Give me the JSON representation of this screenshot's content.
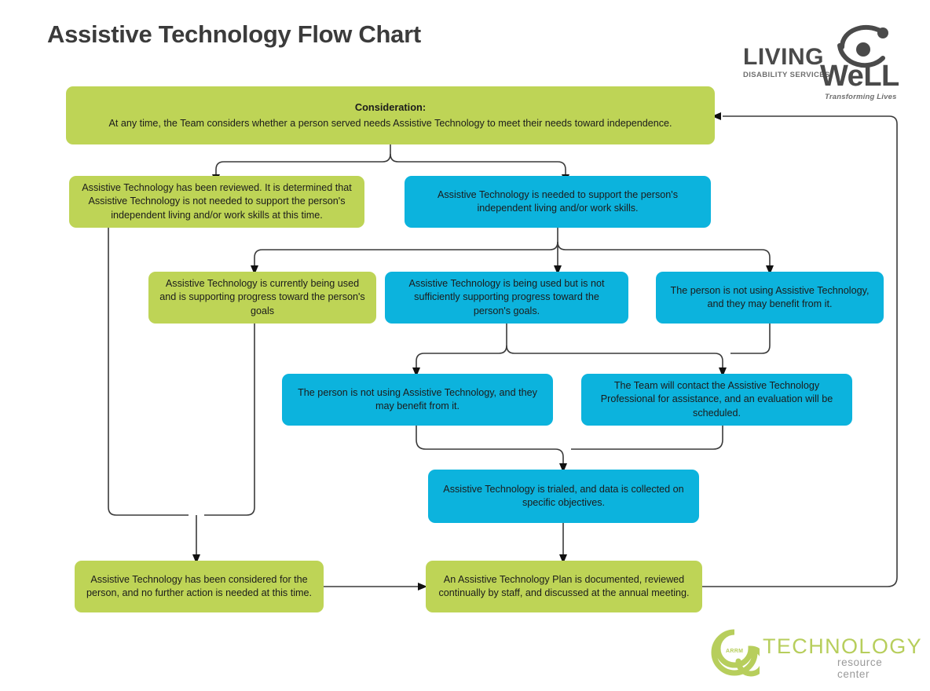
{
  "page": {
    "title": "Assistive Technology Flow Chart",
    "background": "#ffffff"
  },
  "colors": {
    "green": "#bed456",
    "blue": "#0cb3dd",
    "connector": "#3a3a3a",
    "title_text": "#3b3b3b",
    "logo_green": "#b7ce5c"
  },
  "logos": {
    "living_well": {
      "word_1": "LIVING",
      "word_2": "WeLL",
      "subtitle": "DISABILITY SERVICES",
      "tagline": "Transforming Lives"
    },
    "technology_resource_center": {
      "word_1": "TECHNOLOGY",
      "subtitle": "resource center",
      "mark_label": "ARRM"
    }
  },
  "chart_data": {
    "type": "diagram",
    "title": "Assistive Technology Flow Chart",
    "nodes": [
      {
        "id": "consideration",
        "color": "green",
        "heading": "Consideration:",
        "text": "At any time, the Team considers whether a person served needs Assistive Technology to meet their needs toward independence."
      },
      {
        "id": "not-needed",
        "color": "green",
        "text": "Assistive Technology has been reviewed. It is determined that Assistive Technology is not needed to support the person's independent living and/or work skills at this time."
      },
      {
        "id": "needed",
        "color": "blue",
        "text": "Assistive Technology is needed to support the person's independent living and/or work skills."
      },
      {
        "id": "currently-used-supporting",
        "color": "green",
        "text": "Assistive Technology is currently being used and is supporting progress toward the person's goals"
      },
      {
        "id": "used-not-sufficient",
        "color": "blue",
        "text": "Assistive Technology is being used but is not sufficiently supporting progress toward the person's goals."
      },
      {
        "id": "not-using-may-benefit-top",
        "color": "blue",
        "text": "The person is not using Assistive Technology, and they may benefit from it."
      },
      {
        "id": "not-using-may-benefit-mid",
        "color": "blue",
        "text": "The person is not using Assistive Technology, and they may benefit from it."
      },
      {
        "id": "team-contact-professional",
        "color": "blue",
        "text": "The Team will contact the Assistive Technology Professional for assistance, and an evaluation will be scheduled."
      },
      {
        "id": "trialed",
        "color": "blue",
        "text": "Assistive Technology is trialed, and data is collected on specific objectives."
      },
      {
        "id": "no-further-action",
        "color": "green",
        "text": "Assistive Technology has been considered for the person, and no further action is needed at this time."
      },
      {
        "id": "at-plan-documented",
        "color": "green",
        "text": "An Assistive Technology Plan is documented, reviewed continually by staff, and discussed at the annual meeting."
      }
    ],
    "edges": [
      {
        "from": "consideration",
        "to": "not-needed"
      },
      {
        "from": "consideration",
        "to": "needed"
      },
      {
        "from": "needed",
        "to": "currently-used-supporting"
      },
      {
        "from": "needed",
        "to": "used-not-sufficient"
      },
      {
        "from": "needed",
        "to": "not-using-may-benefit-top"
      },
      {
        "from": "not-needed",
        "to": "no-further-action"
      },
      {
        "from": "currently-used-supporting",
        "to": "no-further-action"
      },
      {
        "from": "used-not-sufficient",
        "to": "not-using-may-benefit-mid"
      },
      {
        "from": "used-not-sufficient",
        "to": "team-contact-professional"
      },
      {
        "from": "not-using-may-benefit-top",
        "to": "team-contact-professional"
      },
      {
        "from": "not-using-may-benefit-mid",
        "to": "trialed"
      },
      {
        "from": "team-contact-professional",
        "to": "trialed"
      },
      {
        "from": "trialed",
        "to": "at-plan-documented"
      },
      {
        "from": "no-further-action",
        "to": "at-plan-documented"
      },
      {
        "from": "at-plan-documented",
        "to": "consideration"
      }
    ]
  }
}
